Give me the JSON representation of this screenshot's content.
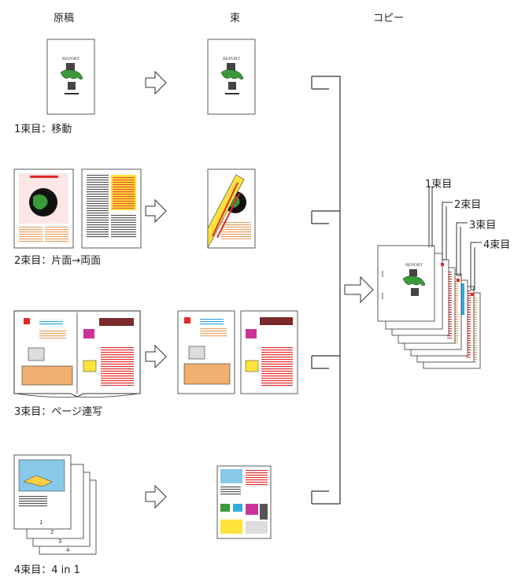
{
  "headers": {
    "original": "原稿",
    "bundle": "束",
    "copy": "コピー"
  },
  "rows": [
    {
      "label": "1束目：移動"
    },
    {
      "label": "2束目：片面→両面"
    },
    {
      "label": "3束目：ページ連写"
    },
    {
      "label": "4束目：4 in 1"
    }
  ],
  "stack_labels": [
    "1束目",
    "2束目",
    "3束目",
    "4束目"
  ],
  "doc_text": {
    "report": "REPORT",
    "page_nums": [
      "1",
      "2",
      "3",
      "4"
    ]
  },
  "colors": {
    "green": "#3a9a3a",
    "red": "#e52a2a",
    "yellow": "#ffe23a",
    "orange": "#f2a36a",
    "blue": "#33aadd",
    "magenta": "#cc3399",
    "tan": "#f0b070"
  }
}
